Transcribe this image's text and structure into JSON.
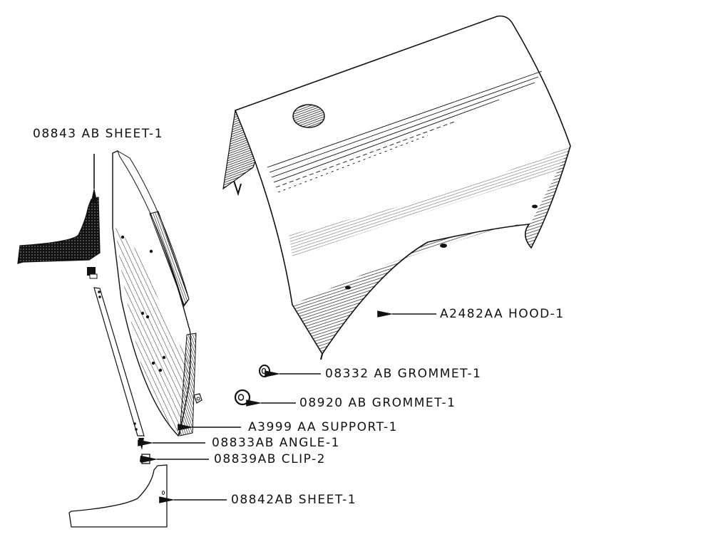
{
  "diagram": {
    "type": "exploded parts illustration",
    "parts": [
      {
        "id": "sheet_top",
        "part_no": "08843 AB",
        "name": "SHEET",
        "qty": "1",
        "label": "08843 AB SHEET-1"
      },
      {
        "id": "hood",
        "part_no": "A2482AA",
        "name": "HOOD",
        "qty": "1",
        "label": "A2482AA HOOD-1"
      },
      {
        "id": "grommet_small",
        "part_no": "08332 AB",
        "name": "GROMMET",
        "qty": "1",
        "label": "08332 AB GROMMET-1"
      },
      {
        "id": "grommet_large",
        "part_no": "08920 AB",
        "name": "GROMMET",
        "qty": "1",
        "label": "08920 AB GROMMET-1"
      },
      {
        "id": "support",
        "part_no": "A3999 AA",
        "name": "SUPPORT",
        "qty": "1",
        "label": "A3999 AA SUPPORT-1"
      },
      {
        "id": "angle",
        "part_no": "08833AB",
        "name": "ANGLE",
        "qty": "1",
        "label": "08833AB ANGLE-1"
      },
      {
        "id": "clip",
        "part_no": "08839AB",
        "name": "CLIP",
        "qty": "2",
        "label": "08839AB CLIP-2"
      },
      {
        "id": "sheet_bottom",
        "part_no": "08842AB",
        "name": "SHEET",
        "qty": "1",
        "label": "08842AB SHEET-1"
      }
    ]
  }
}
